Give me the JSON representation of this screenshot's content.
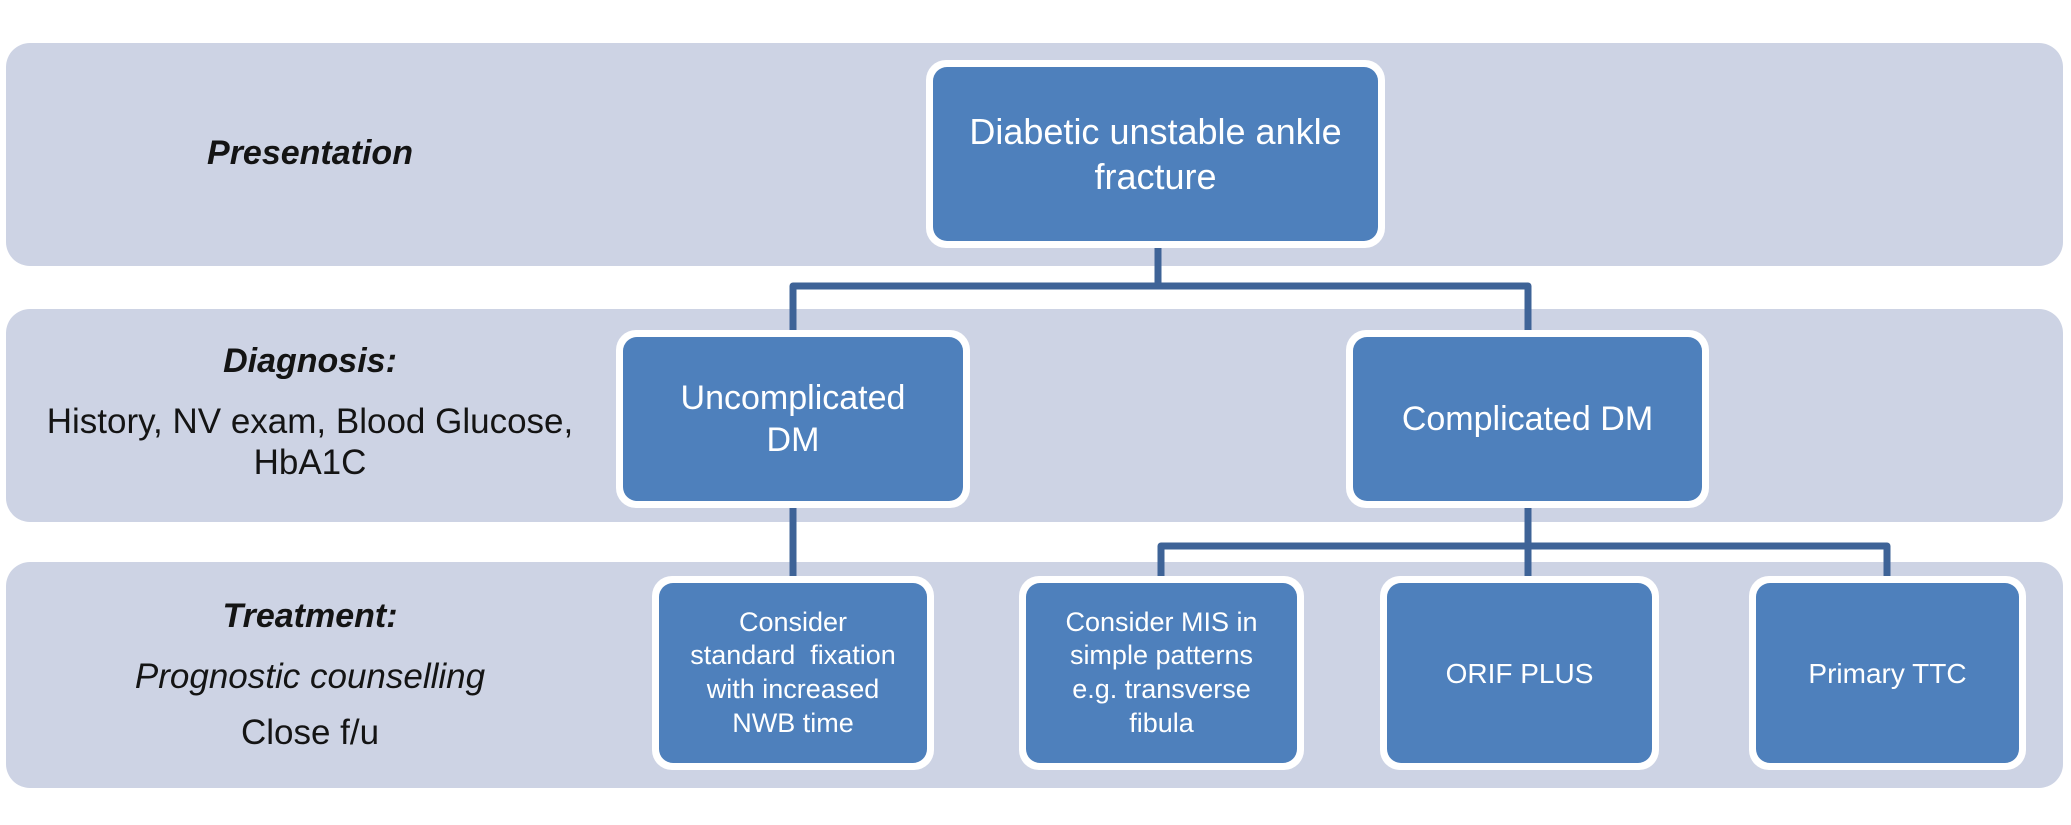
{
  "diagram": {
    "title_node": "Diabetic unstable ankle\nfracture",
    "bands": [
      {
        "name": "presentation",
        "lines": [
          {
            "text": "Presentation",
            "style": "bold-italic"
          }
        ]
      },
      {
        "name": "diagnosis",
        "lines": [
          {
            "text": "Diagnosis:",
            "style": "bold-italic"
          },
          {
            "text": "History, NV exam, Blood Glucose,",
            "style": "regular"
          },
          {
            "text": "HbA1C",
            "style": "regular"
          }
        ]
      },
      {
        "name": "treatment",
        "lines": [
          {
            "text": "Treatment:",
            "style": "bold-italic"
          },
          {
            "text": "Prognostic counselling",
            "style": "italic"
          },
          {
            "text": "Close f/u",
            "style": "regular"
          }
        ]
      }
    ],
    "nodes": {
      "root": {
        "label": "Diabetic unstable ankle\nfracture"
      },
      "uncomplicated": {
        "label": "Uncomplicated\nDM"
      },
      "complicated": {
        "label": "Complicated DM"
      },
      "standard_fixation": {
        "label": "Consider\nstandard  fixation\nwith increased\nNWB time"
      },
      "mis": {
        "label": "Consider MIS in\nsimple patterns\ne.g. transverse\nfibula"
      },
      "orif": {
        "label": "ORIF PLUS"
      },
      "ttc": {
        "label": "Primary TTC"
      }
    },
    "colors": {
      "band_fill": "#cdd3e4",
      "node_fill": "#4e80bc",
      "node_border": "#ffffff",
      "node_text": "#ffffff",
      "connector": "#3e6397",
      "label_text": "#141414",
      "page_background": "#ffffff"
    }
  }
}
